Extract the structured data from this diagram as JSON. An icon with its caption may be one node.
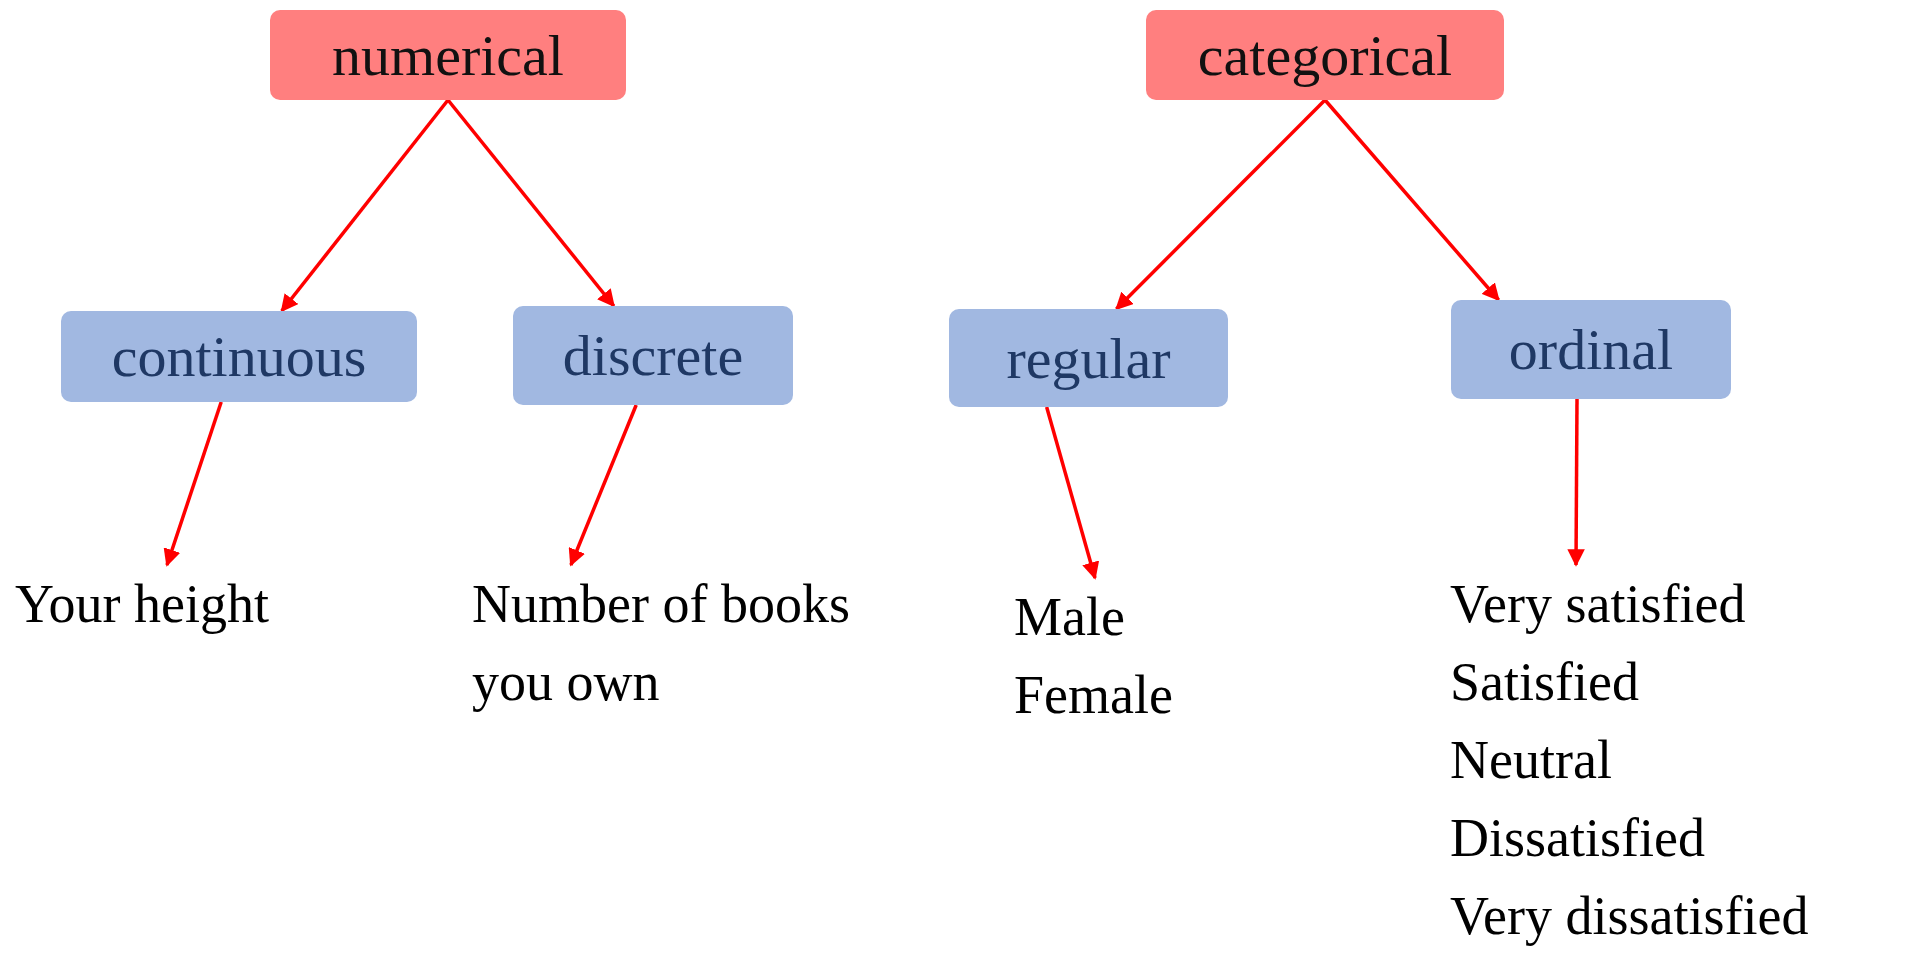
{
  "diagram": {
    "nodes": [
      {
        "text": [
          "numerical"
        ]
      },
      {
        "text": [
          "categorical"
        ]
      },
      {
        "text": [
          "continuous"
        ]
      },
      {
        "text": [
          "discrete"
        ]
      },
      {
        "text": [
          "regular"
        ]
      },
      {
        "text": [
          "ordinal"
        ]
      },
      {
        "text": [
          "Your height"
        ]
      },
      {
        "text": [
          "Number of books you own"
        ]
      },
      {
        "text": [
          "Male",
          "Female"
        ]
      },
      {
        "text": [
          "Very satisfied",
          "Satisfied",
          "Neutral",
          "Dissatisfied",
          "Very dissatisfied"
        ]
      }
    ],
    "edges": [
      {
        "from": 0,
        "to": 2,
        "arrow": "to"
      },
      {
        "from": 0,
        "to": 3,
        "arrow": "to"
      },
      {
        "from": 1,
        "to": 4,
        "arrow": "to"
      },
      {
        "from": 1,
        "to": 5,
        "arrow": "to"
      },
      {
        "from": 2,
        "to": 6,
        "arrow": "to"
      },
      {
        "from": 3,
        "to": 7,
        "arrow": "to"
      },
      {
        "from": 4,
        "to": 8,
        "arrow": "to"
      },
      {
        "from": 5,
        "to": 9,
        "arrow": "to"
      }
    ]
  }
}
